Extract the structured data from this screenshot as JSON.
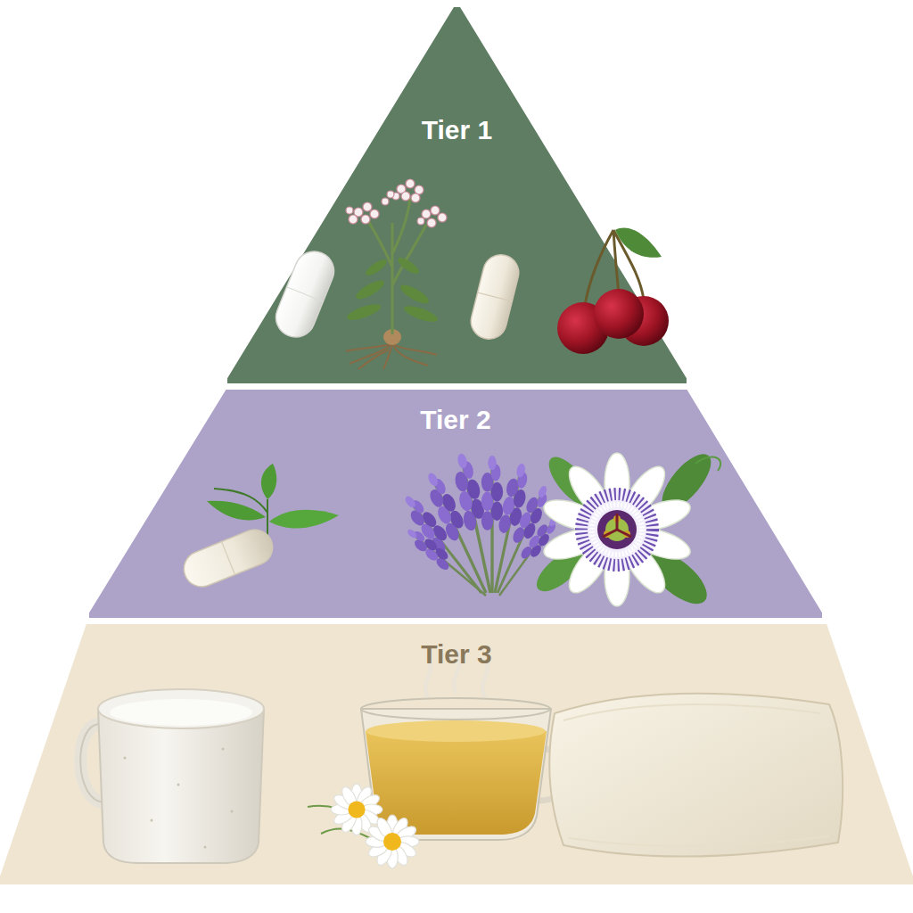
{
  "diagram": {
    "nodes": [
      {
        "text": [
          "Tier 1"
        ]
      },
      {
        "text": [
          "Tier 2"
        ]
      },
      {
        "text": [
          "Tier 3"
        ]
      }
    ]
  }
}
